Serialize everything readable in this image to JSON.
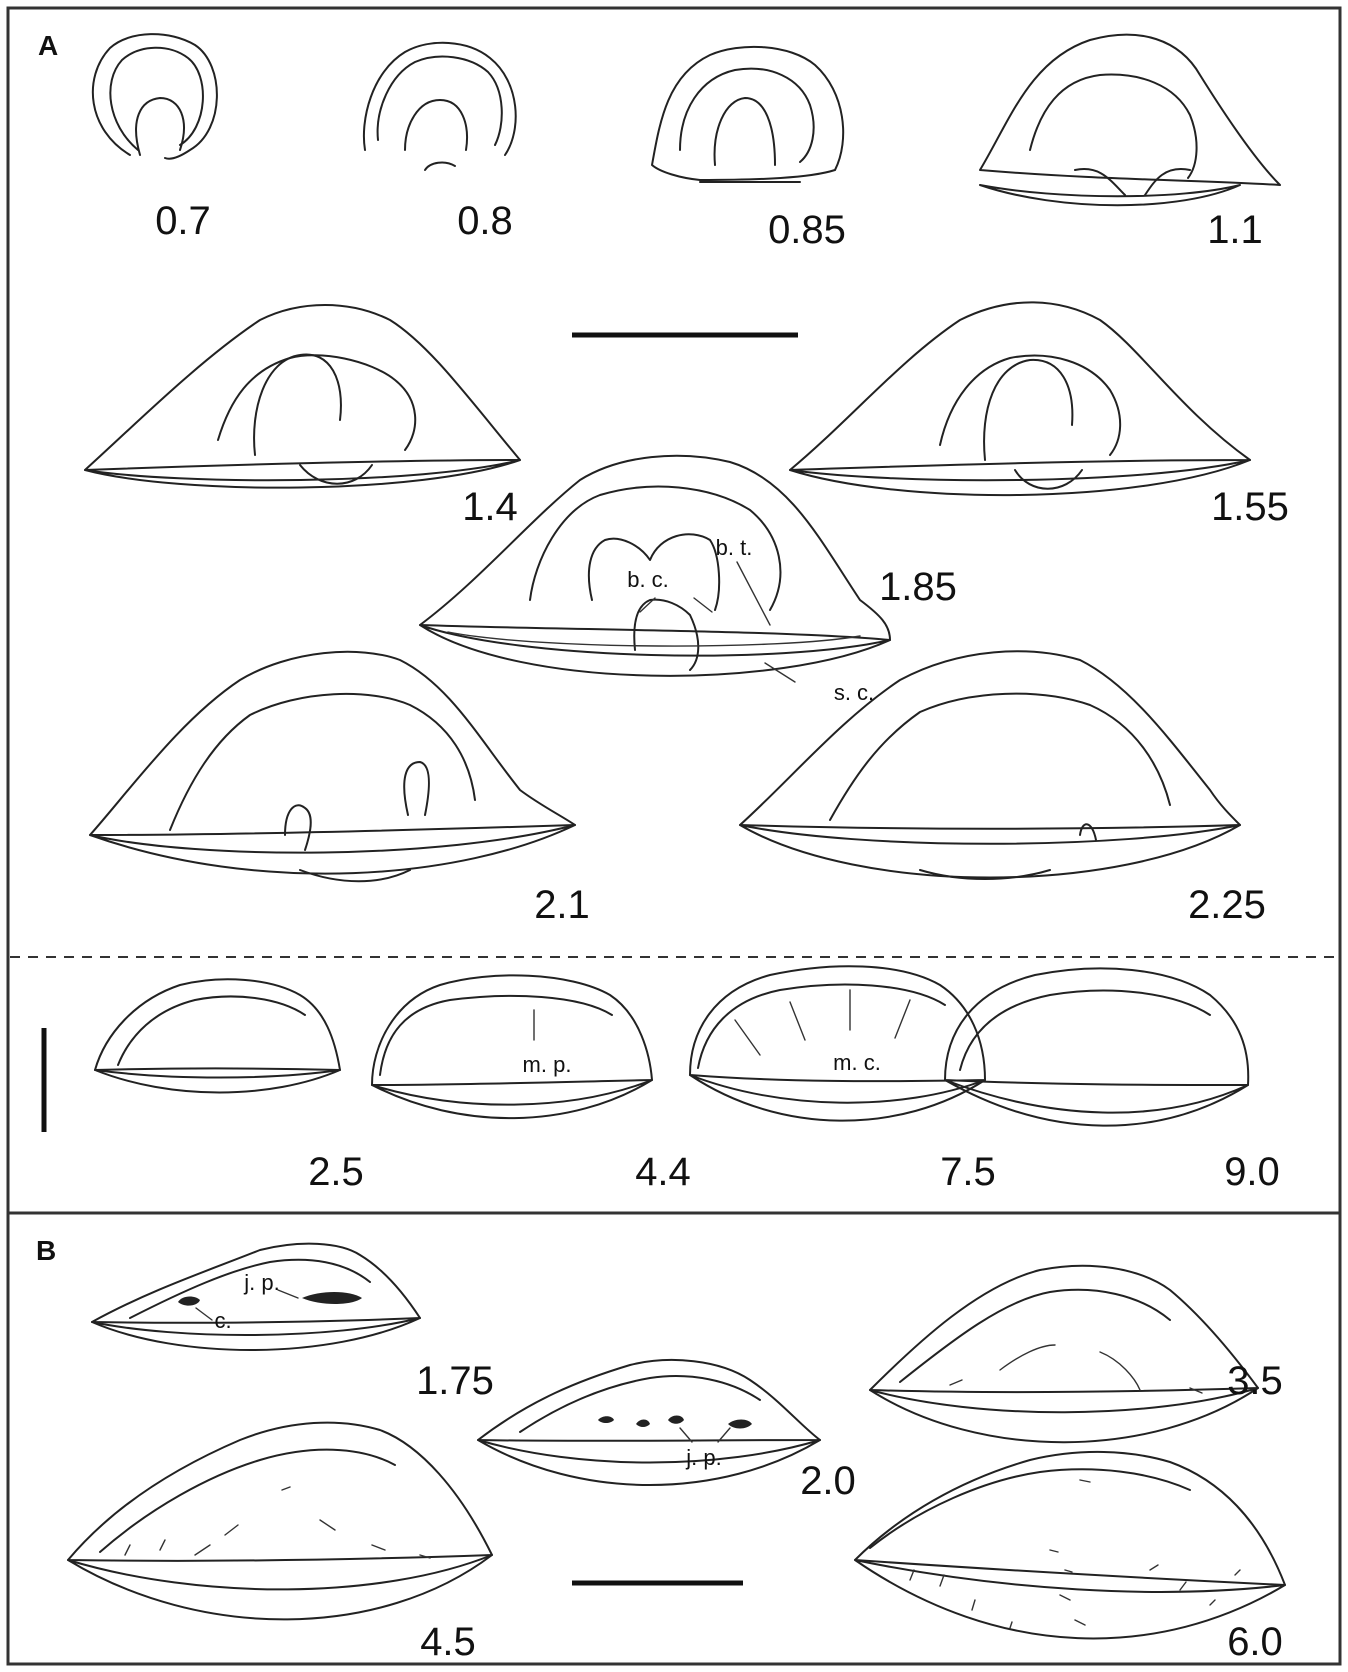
{
  "panels": [
    {
      "letter": "A"
    },
    {
      "letter": "B"
    }
  ],
  "panel_a_upper_stages": [
    "0.7",
    "0.8",
    "0.85",
    "1.1",
    "1.4",
    "1.55",
    "1.85",
    "2.1",
    "2.25"
  ],
  "panel_a_lower_stages": [
    "2.5",
    "4.4",
    "7.5",
    "9.0"
  ],
  "panel_b_stages": [
    "1.75",
    "2.0",
    "3.5",
    "4.5",
    "6.0"
  ],
  "annotations": {
    "bc": "b. c.",
    "bt": "b. t.",
    "sc": "s. c.",
    "mp": "m. p.",
    "mc": "m. c.",
    "jp": "j. p.",
    "c": "c."
  },
  "colors": {
    "line": "#222222",
    "frame": "#333333",
    "background": "#ffffff"
  }
}
